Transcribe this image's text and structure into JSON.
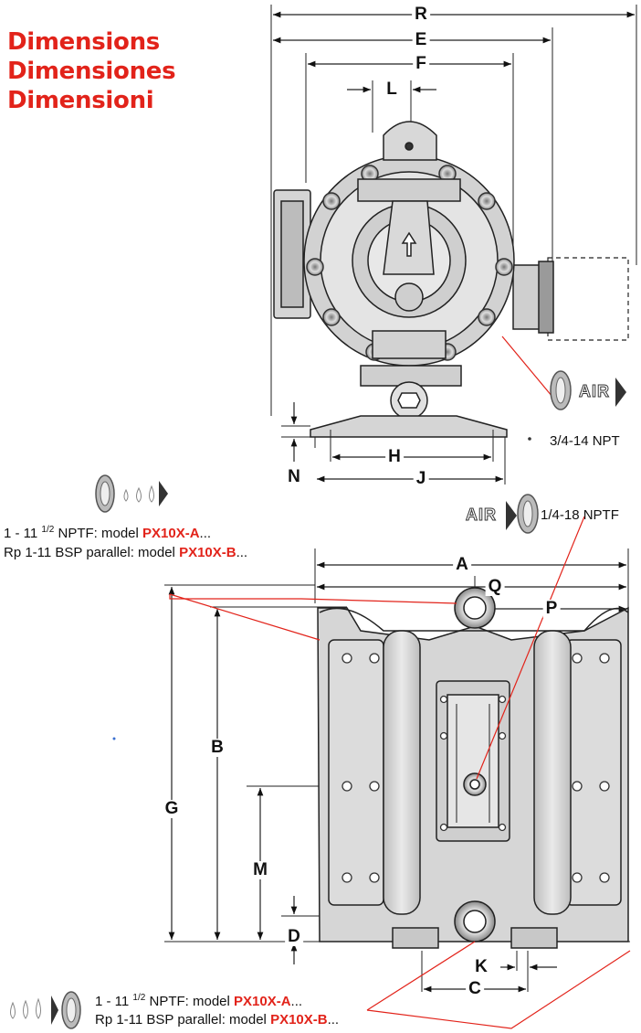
{
  "title": {
    "line1": "Dimensions",
    "line2": "Dimensiones",
    "line3": "Dimensioni"
  },
  "dimension_labels": {
    "R": "R",
    "E": "E",
    "F": "F",
    "L": "L",
    "H": "H",
    "J": "J",
    "N": "N",
    "A": "A",
    "Q": "Q",
    "P": "P",
    "B": "B",
    "G": "G",
    "M": "M",
    "D": "D",
    "K": "K",
    "C": "C"
  },
  "air_inlet": {
    "icon_text": "AIR",
    "thread": "3/4-14 NPT"
  },
  "air_exhaust": {
    "icon_text": "AIR",
    "thread": "1/4-18 NPTF"
  },
  "fluid_outlet": {
    "line1_prefix": "1 - 11",
    "line1_sup": "1/2",
    "line1_mid": " NPTF: model ",
    "line1_model": "PX10X-A",
    "line1_suffix": "...",
    "line2_prefix": "Rp 1-11 BSP parallel: model ",
    "line2_model": "PX10X-B",
    "line2_suffix": "..."
  },
  "fluid_inlet": {
    "line1_prefix": "1 - 11",
    "line1_sup": "1/2",
    "line1_mid": " NPTF: model ",
    "line1_model": "PX10X-A",
    "line1_suffix": "...",
    "line2_prefix": "Rp 1-11 BSP parallel: model ",
    "line2_model": "PX10X-B",
    "line2_suffix": "..."
  },
  "colors": {
    "accent": "#e2231a",
    "line": "#111111",
    "pump_body": "#cfcfcf"
  }
}
